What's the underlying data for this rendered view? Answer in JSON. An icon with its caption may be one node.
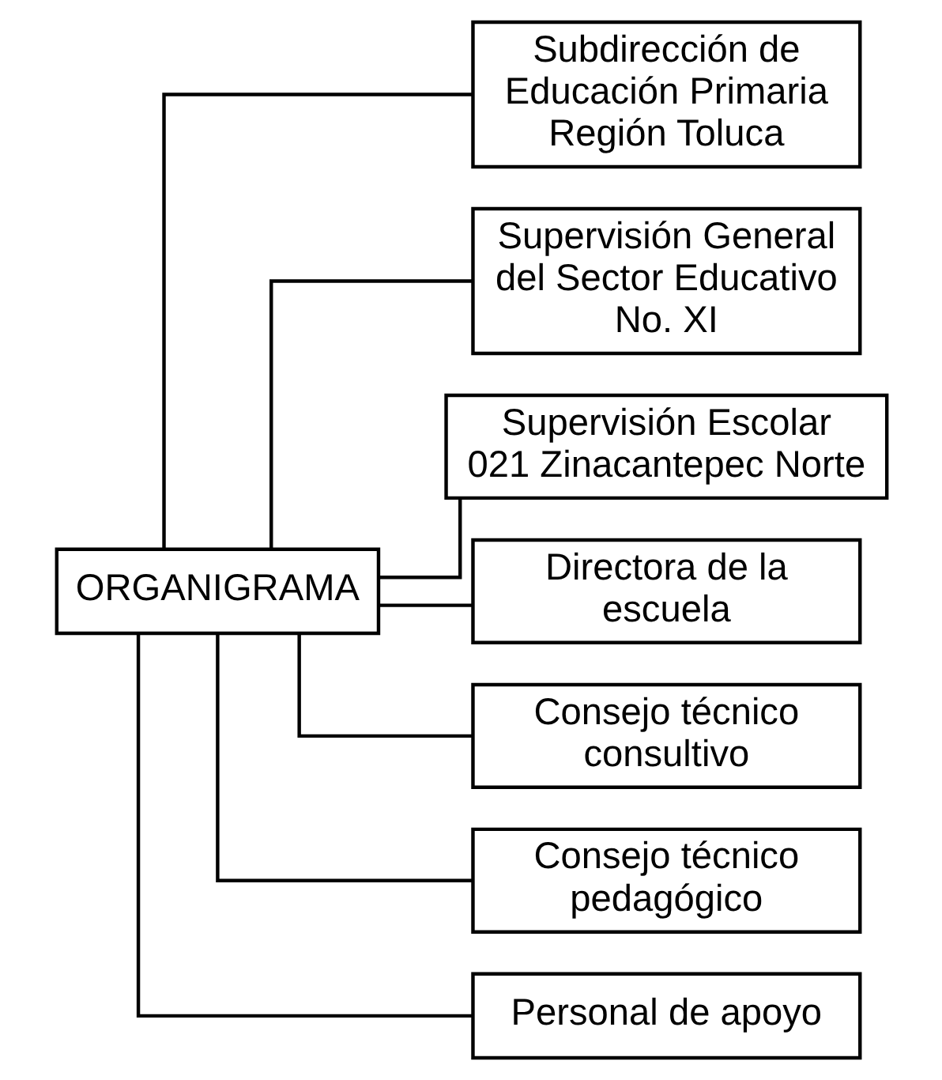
{
  "diagram": {
    "nodes": [
      {
        "text": [
          "ORGANIGRAMA"
        ]
      },
      {
        "text": [
          "Subdirección de Educación Primaria Región Toluca"
        ]
      },
      {
        "text": [
          "Supervisión General del Sector Educativo No. XI"
        ]
      },
      {
        "text": [
          "Supervisión Escolar 021 Zinacantepec Norte"
        ]
      },
      {
        "text": [
          "Directora de la escuela"
        ]
      },
      {
        "text": [
          "Consejo técnico consultivo"
        ]
      },
      {
        "text": [
          "Consejo técnico pedagógico"
        ]
      },
      {
        "text": [
          "Personal de apoyo"
        ]
      }
    ],
    "edges": [
      {
        "from": 0,
        "to": 1,
        "arrow": "none"
      },
      {
        "from": 0,
        "to": 2,
        "arrow": "none"
      },
      {
        "from": 0,
        "to": 3,
        "arrow": "none"
      },
      {
        "from": 0,
        "to": 4,
        "arrow": "none"
      },
      {
        "from": 0,
        "to": 5,
        "arrow": "none"
      },
      {
        "from": 0,
        "to": 6,
        "arrow": "none"
      },
      {
        "from": 0,
        "to": 7,
        "arrow": "none"
      }
    ]
  }
}
